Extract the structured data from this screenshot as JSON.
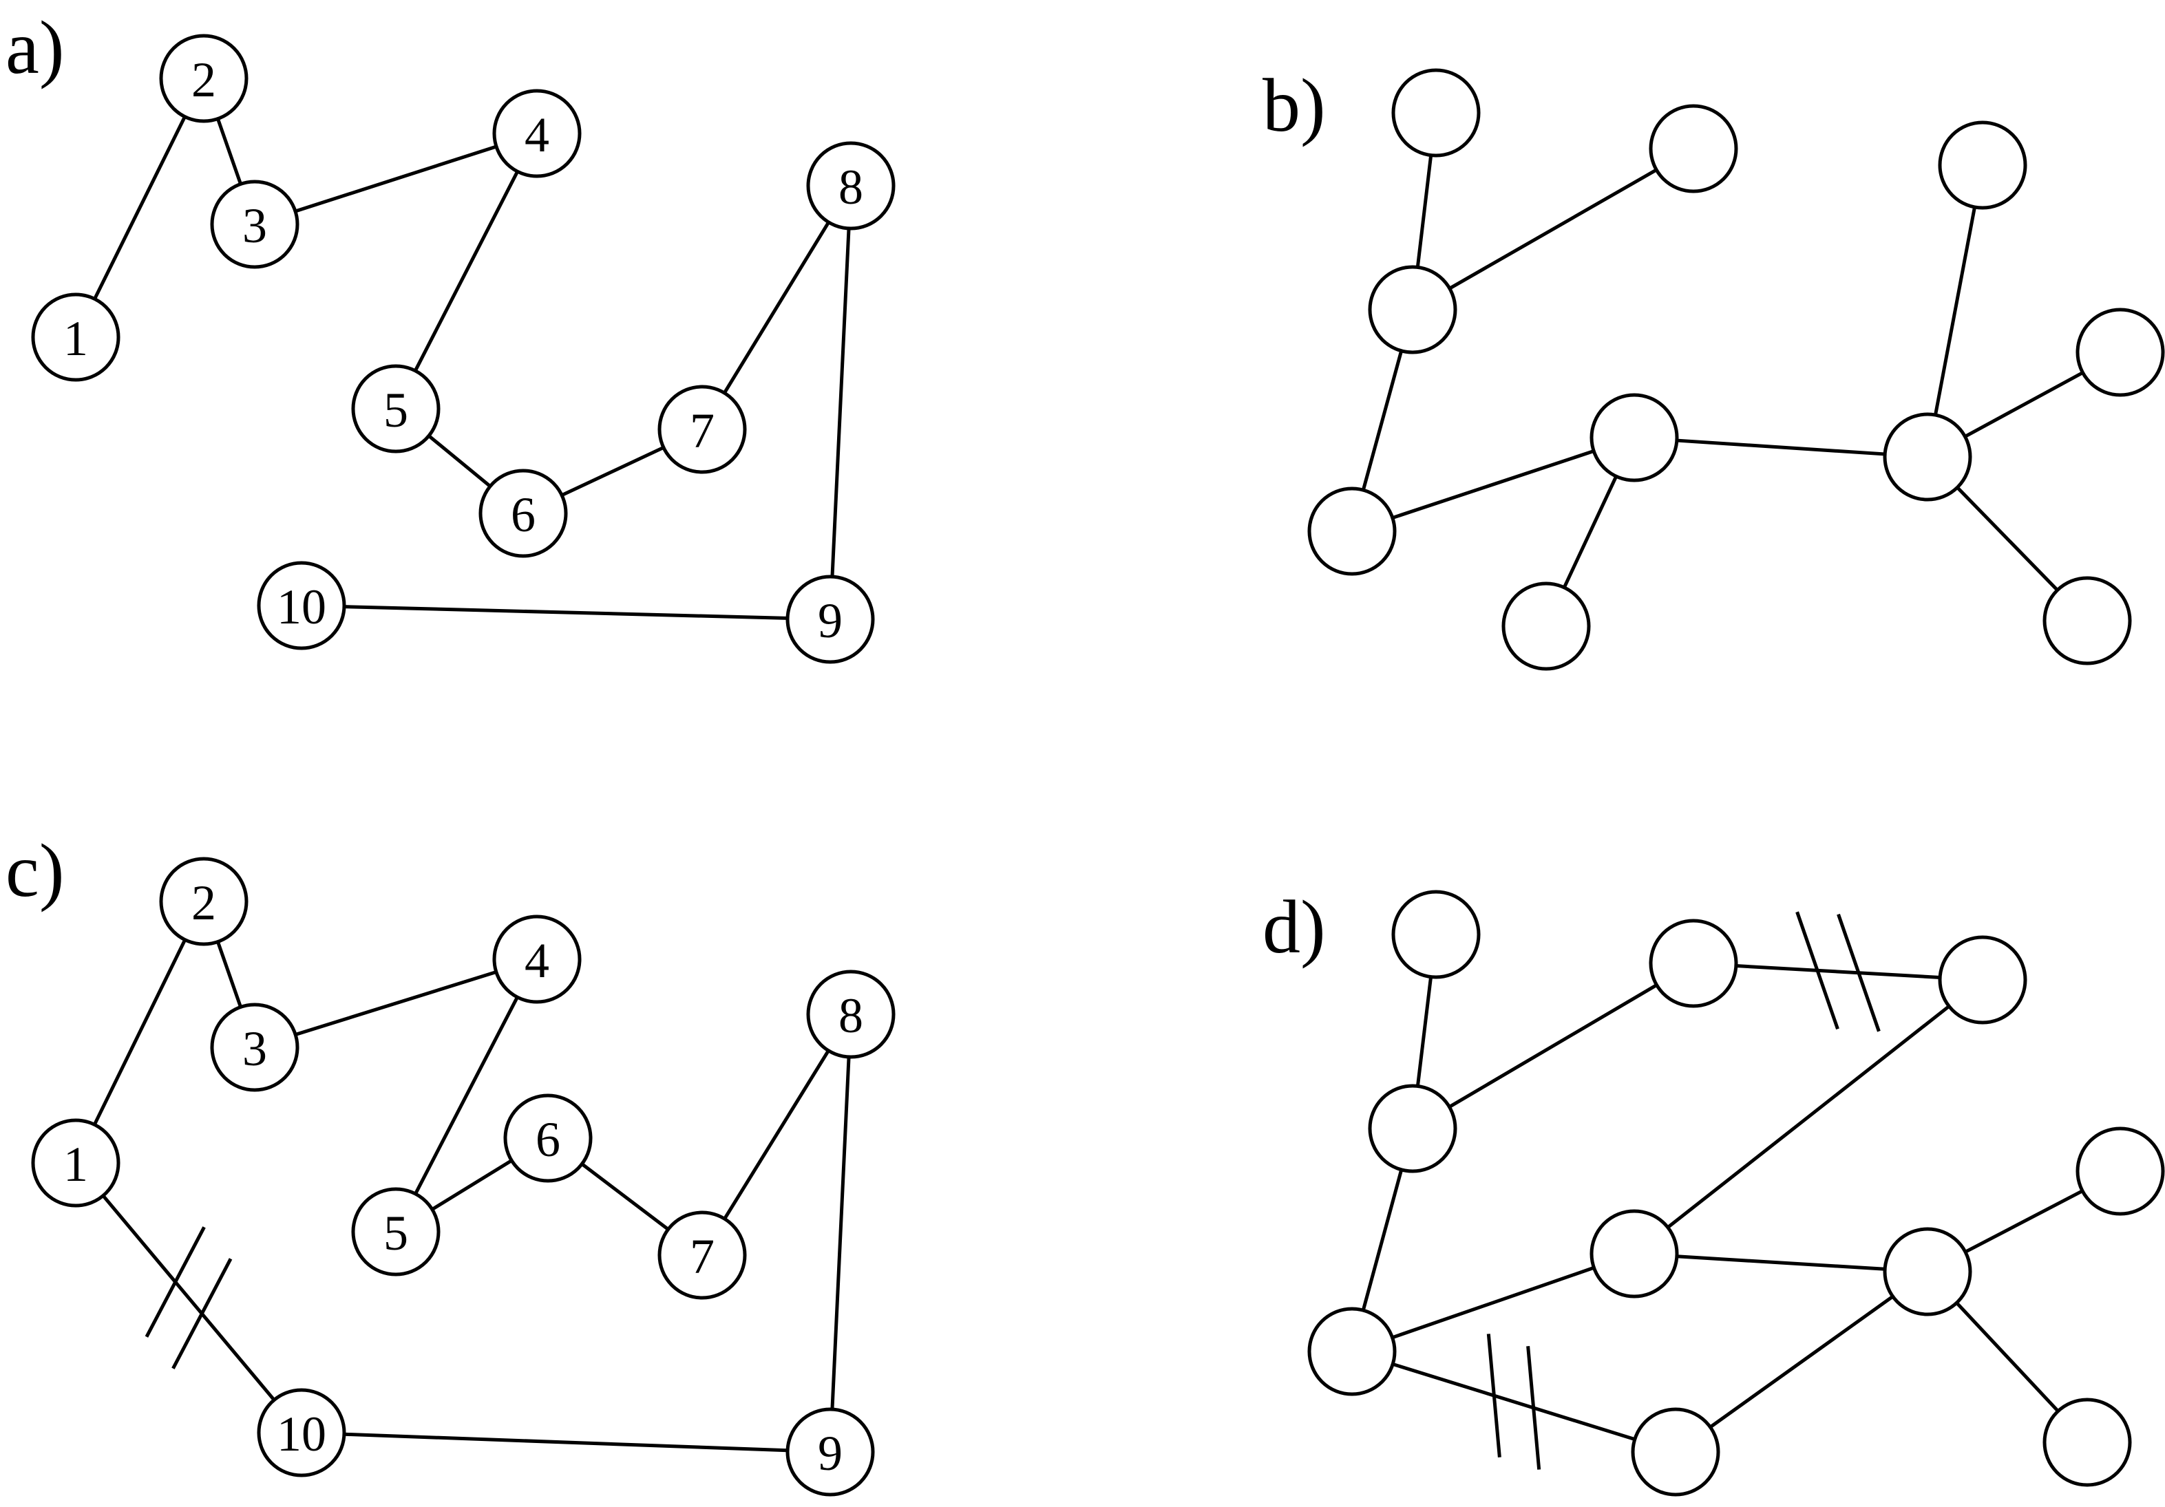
{
  "panels": [
    {
      "id": "a",
      "label": "a)",
      "nodes": [
        {
          "id": "a1",
          "label": "1"
        },
        {
          "id": "a2",
          "label": "2"
        },
        {
          "id": "a3",
          "label": "3"
        },
        {
          "id": "a4",
          "label": "4"
        },
        {
          "id": "a5",
          "label": "5"
        },
        {
          "id": "a6",
          "label": "6"
        },
        {
          "id": "a7",
          "label": "7"
        },
        {
          "id": "a8",
          "label": "8"
        },
        {
          "id": "a9",
          "label": "9"
        },
        {
          "id": "a10",
          "label": "10"
        }
      ],
      "edges": [
        {
          "from": "a1",
          "to": "a2"
        },
        {
          "from": "a2",
          "to": "a3"
        },
        {
          "from": "a3",
          "to": "a4"
        },
        {
          "from": "a4",
          "to": "a5"
        },
        {
          "from": "a5",
          "to": "a6"
        },
        {
          "from": "a6",
          "to": "a7"
        },
        {
          "from": "a7",
          "to": "a8"
        },
        {
          "from": "a8",
          "to": "a9"
        },
        {
          "from": "a9",
          "to": "a10"
        }
      ]
    },
    {
      "id": "b",
      "label": "b)",
      "nodes": [
        {
          "id": "b1",
          "label": ""
        },
        {
          "id": "b2",
          "label": ""
        },
        {
          "id": "b3",
          "label": ""
        },
        {
          "id": "b4",
          "label": ""
        },
        {
          "id": "b5",
          "label": ""
        },
        {
          "id": "b6",
          "label": ""
        },
        {
          "id": "b7",
          "label": ""
        },
        {
          "id": "b8",
          "label": ""
        },
        {
          "id": "b9",
          "label": ""
        },
        {
          "id": "b10",
          "label": ""
        }
      ],
      "edges": [
        {
          "from": "b1",
          "to": "b2"
        },
        {
          "from": "b2",
          "to": "b3"
        },
        {
          "from": "b2",
          "to": "b4"
        },
        {
          "from": "b3",
          "to": "b5"
        },
        {
          "from": "b5",
          "to": "b6"
        },
        {
          "from": "b5",
          "to": "b7"
        },
        {
          "from": "b7",
          "to": "b8"
        },
        {
          "from": "b7",
          "to": "b9"
        },
        {
          "from": "b7",
          "to": "b10"
        }
      ]
    },
    {
      "id": "c",
      "label": "c)",
      "nodes": [
        {
          "id": "c1",
          "label": "1"
        },
        {
          "id": "c2",
          "label": "2"
        },
        {
          "id": "c3",
          "label": "3"
        },
        {
          "id": "c4",
          "label": "4"
        },
        {
          "id": "c5",
          "label": "5"
        },
        {
          "id": "c6",
          "label": "6"
        },
        {
          "id": "c7",
          "label": "7"
        },
        {
          "id": "c8",
          "label": "8"
        },
        {
          "id": "c9",
          "label": "9"
        },
        {
          "id": "c10",
          "label": "10"
        }
      ],
      "edges": [
        {
          "from": "c1",
          "to": "c2"
        },
        {
          "from": "c2",
          "to": "c3"
        },
        {
          "from": "c3",
          "to": "c4"
        },
        {
          "from": "c4",
          "to": "c5"
        },
        {
          "from": "c5",
          "to": "c6"
        },
        {
          "from": "c6",
          "to": "c7"
        },
        {
          "from": "c7",
          "to": "c8"
        },
        {
          "from": "c8",
          "to": "c9"
        },
        {
          "from": "c9",
          "to": "c10"
        },
        {
          "from": "c1",
          "to": "c10",
          "cut": true
        }
      ]
    },
    {
      "id": "d",
      "label": "d)",
      "nodes": [
        {
          "id": "d1",
          "label": ""
        },
        {
          "id": "d2",
          "label": ""
        },
        {
          "id": "d3",
          "label": ""
        },
        {
          "id": "d4",
          "label": ""
        },
        {
          "id": "d5",
          "label": ""
        },
        {
          "id": "d6",
          "label": ""
        },
        {
          "id": "d7",
          "label": ""
        },
        {
          "id": "d8",
          "label": ""
        },
        {
          "id": "d9",
          "label": ""
        },
        {
          "id": "d10",
          "label": ""
        }
      ],
      "edges": [
        {
          "from": "d1",
          "to": "d2"
        },
        {
          "from": "d2",
          "to": "d3"
        },
        {
          "from": "d2",
          "to": "d4"
        },
        {
          "from": "d3",
          "to": "d5"
        },
        {
          "from": "d5",
          "to": "d6"
        },
        {
          "from": "d5",
          "to": "d7"
        },
        {
          "from": "d7",
          "to": "d8"
        },
        {
          "from": "d7",
          "to": "d9"
        },
        {
          "from": "d7",
          "to": "d10"
        },
        {
          "from": "d3",
          "to": "d8",
          "cut": true
        },
        {
          "from": "d4",
          "to": "d6",
          "cut": true
        }
      ]
    }
  ]
}
